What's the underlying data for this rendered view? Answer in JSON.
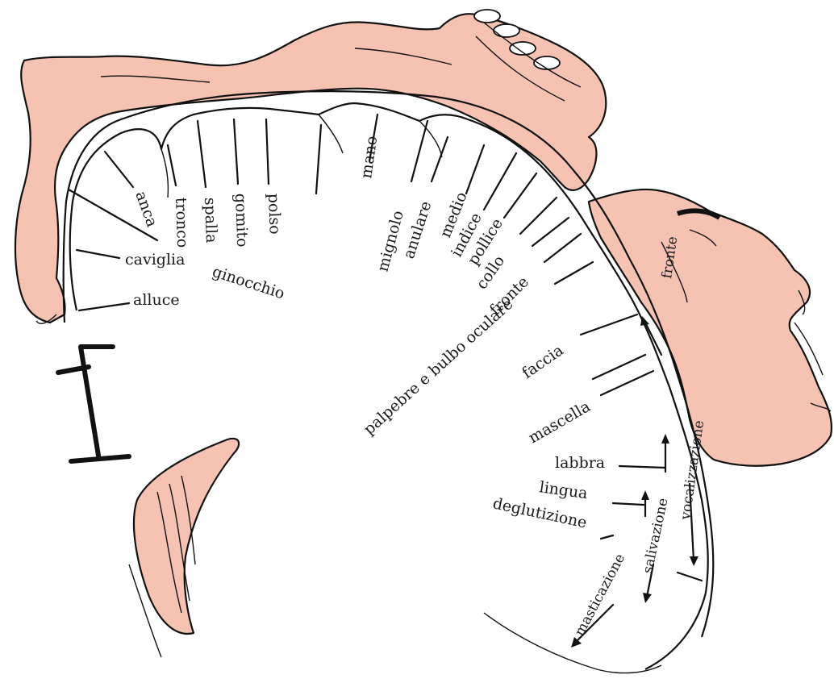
{
  "colors": {
    "skin": "#f6c3b2",
    "ink": "#111111",
    "background": "#ffffff"
  },
  "labels": {
    "anca": "anca",
    "tronco": "tronco",
    "spalla": "spalla",
    "gomito": "gomito",
    "polso": "polso",
    "mano": "mano",
    "mignolo": "mignolo",
    "anulare": "anulare",
    "medio": "medio",
    "indice": "indice",
    "pollice": "pollice",
    "collo": "collo",
    "fronte": "fronte",
    "caviglia": "caviglia",
    "ginocchio": "ginocchio",
    "alluce": "alluce",
    "palpebre": "palpebre e bulbo oculare",
    "faccia": "faccia",
    "mascella": "mascella",
    "labbra": "labbra",
    "lingua": "lingua",
    "deglutizione": "deglutizione",
    "masticazione": "masticazione",
    "salivazione": "salivazione",
    "vocalizzazione": "vocalizzazione",
    "fronte_sopracciglio": "fronte"
  },
  "icons": [
    "homunculus-figure",
    "cortex-outline",
    "scale-bar-icon",
    "insula-slice"
  ]
}
